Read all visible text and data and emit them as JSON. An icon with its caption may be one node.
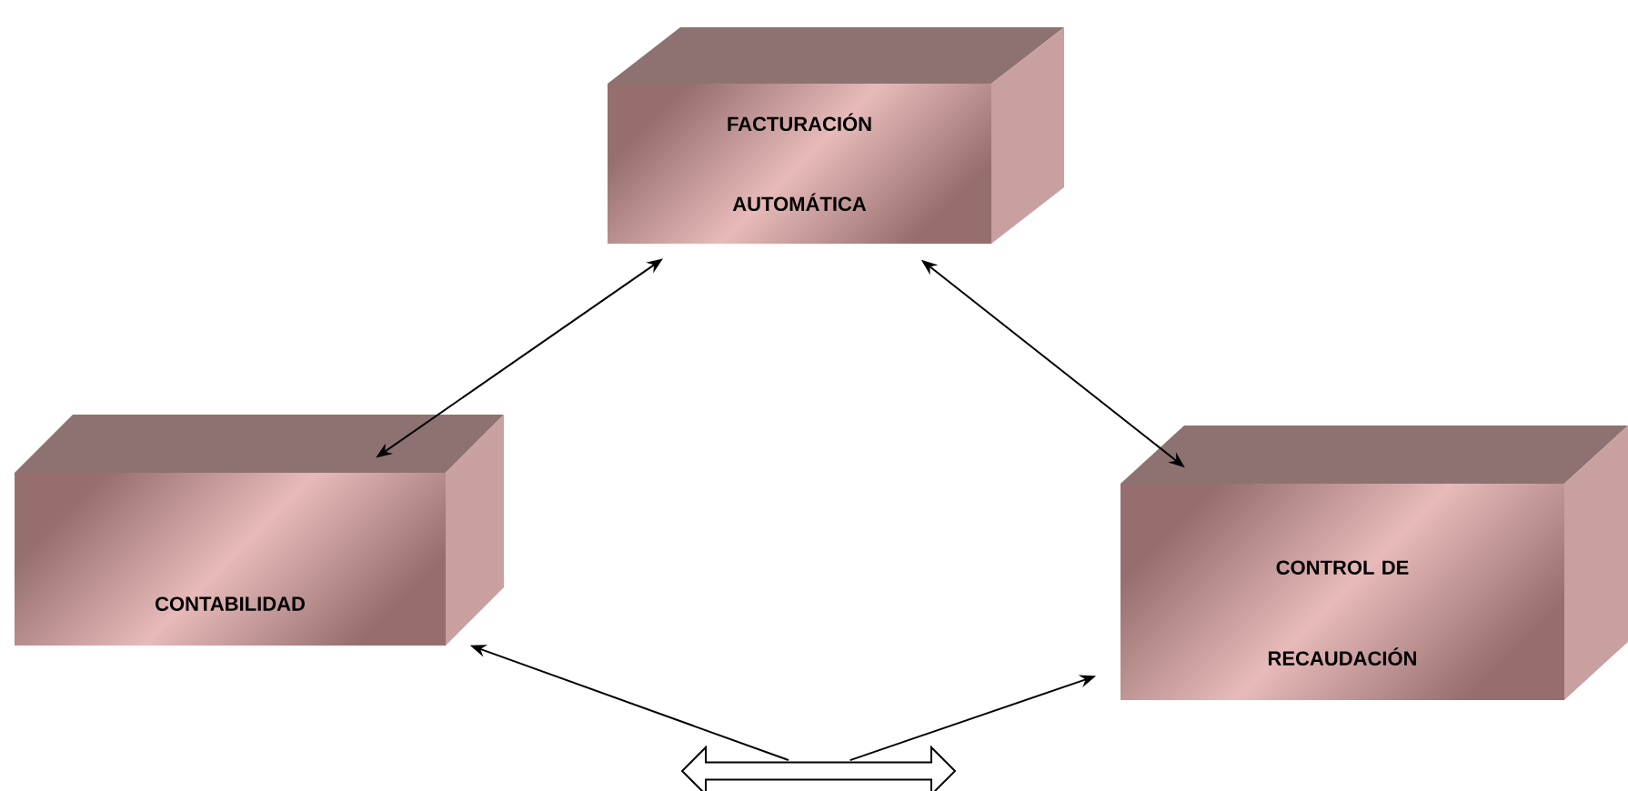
{
  "diagram": {
    "nodes": [
      {
        "text": [
          "FACTURACIÓN AUTOMÁTICA"
        ]
      },
      {
        "text": [
          "CONTABILIDAD"
        ]
      },
      {
        "text": [
          "CONTROL DE RECAUDACIÓN"
        ]
      },
      {
        "text": [],
        "shape": "arrow"
      }
    ],
    "edges": [
      {
        "from": 0,
        "to": 1,
        "arrow": "both"
      },
      {
        "from": 0,
        "to": 2,
        "arrow": "both"
      },
      {
        "from": 3,
        "to": 1,
        "arrow": "to"
      },
      {
        "from": 3,
        "to": 2,
        "arrow": "to"
      }
    ]
  }
}
